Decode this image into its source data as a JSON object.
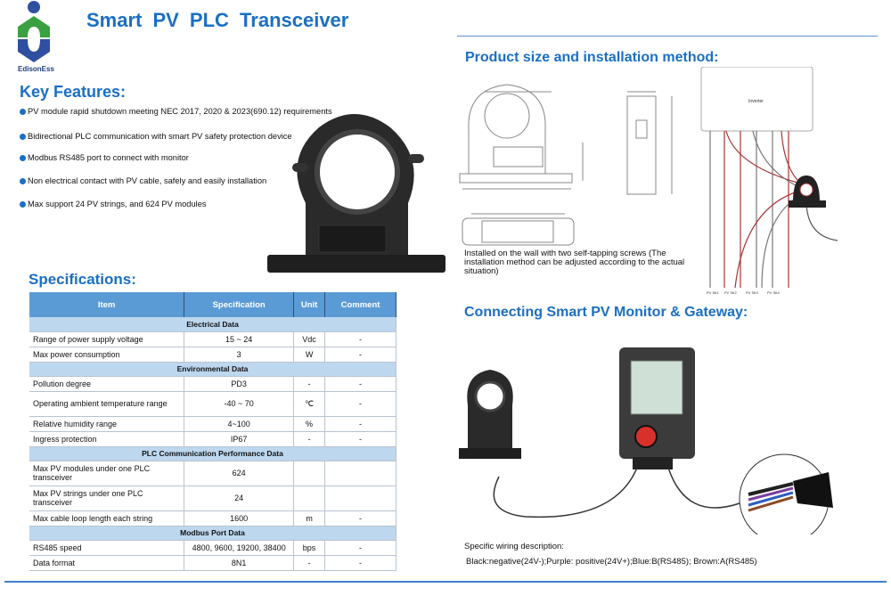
{
  "brand": {
    "name": "EdisonEss",
    "colors": {
      "blue": "#2f4fa0",
      "green": "#3aa040",
      "accent": "#1a6fc4"
    }
  },
  "title": "Smart PV PLC Transceiver",
  "key_features": {
    "heading": "Key Features:",
    "items": [
      "PV module rapid shutdown meeting NEC 2017, 2020 & 2023(690.12) requirements",
      "Bidirectional PLC communication with smart PV safety protection device",
      "Modbus RS485 port to connect with monitor",
      "Non electrical contact with PV cable, safely and easily installation",
      "Max support 24 PV strings, and 624 PV modules"
    ]
  },
  "specifications": {
    "heading": "Specifications:",
    "columns": [
      "Item",
      "Specification",
      "Unit",
      "Comment"
    ],
    "sections": [
      {
        "title": "Electrical Data",
        "rows": [
          [
            "Range of power supply voltage",
            "15 ~ 24",
            "Vdc",
            "-"
          ],
          [
            "Max power consumption",
            "3",
            "W",
            "-"
          ]
        ]
      },
      {
        "title": "Environmental Data",
        "rows": [
          [
            "Pollution degree",
            "PD3",
            "-",
            "-"
          ],
          [
            "Operating ambient temperature range",
            "-40 ~ 70",
            "℃",
            "-"
          ],
          [
            "Relative humidity range",
            "4~100",
            "%",
            "-"
          ],
          [
            "Ingress protection",
            "IP67",
            "-",
            "-"
          ]
        ]
      },
      {
        "title": "PLC Communication Performance Data",
        "rows": [
          [
            "Max PV modules under one PLC transceiver",
            "624",
            "",
            ""
          ],
          [
            "Max PV strings under one PLC transceiver",
            "24",
            "",
            ""
          ],
          [
            "Max cable loop length each string",
            "1600",
            "m",
            "-"
          ]
        ]
      },
      {
        "title": "Modbus Port Data",
        "rows": [
          [
            "RS485 speed",
            "4800, 9600, 19200, 38400",
            "bps",
            "-"
          ],
          [
            "Data format",
            "8N1",
            "-",
            "-"
          ]
        ]
      }
    ]
  },
  "product_size": {
    "heading": "Product size and installation method:",
    "install_note": "Installed on the wall with two self-tapping screws (The installation method can be adjusted according to the actual situation)",
    "inverter_label": "Inverter",
    "strings": [
      "PV Str1",
      "PV Str2",
      "PV Str3",
      "PV Str4"
    ]
  },
  "connecting": {
    "heading": "Connecting Smart PV Monitor & Gateway:",
    "wiring_title": "Specific wiring description:",
    "wiring_detail": "Black:negative(24V-);Purple: positive(24V+);Blue:B(RS485); Brown:A(RS485)"
  }
}
